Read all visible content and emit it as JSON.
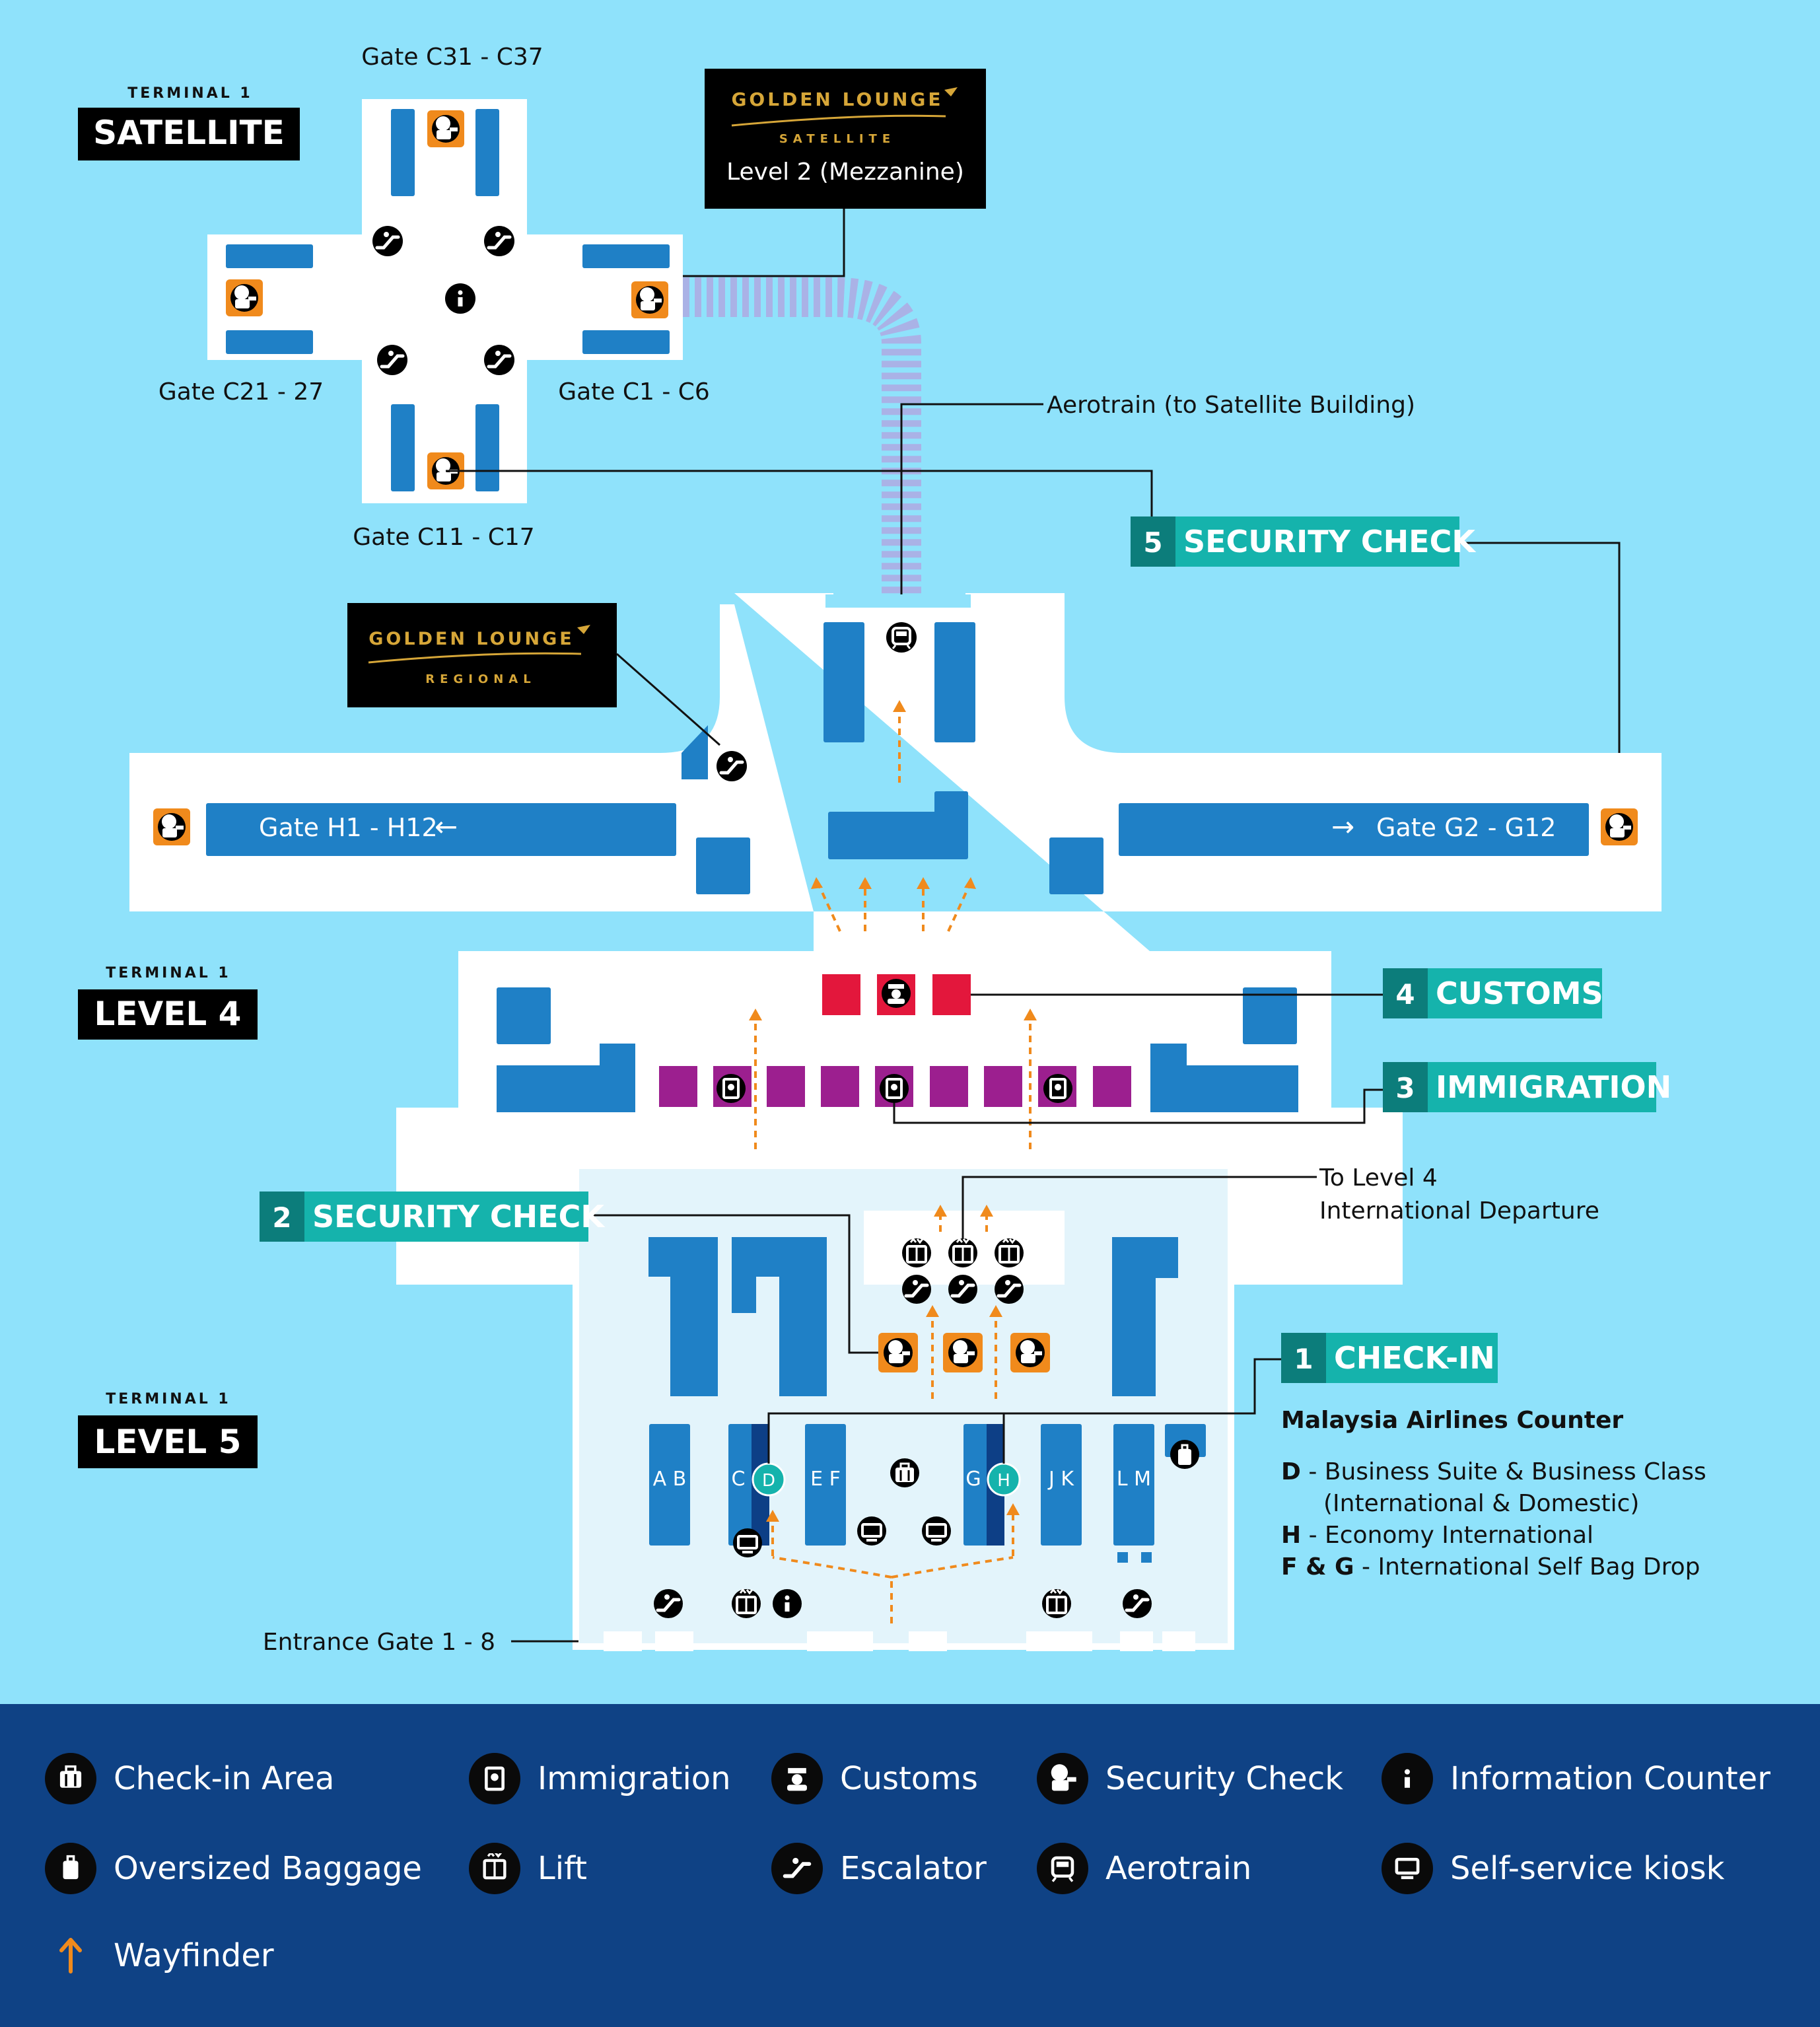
{
  "satellite": {
    "terminal_label": "TERMINAL 1",
    "title": "SATELLITE",
    "gates": {
      "north": "Gate C31 - C37",
      "west": "Gate C21 - 27",
      "east": "Gate C1 - C6",
      "south": "Gate C11 - C17"
    }
  },
  "lounge_satellite": {
    "name": "GOLDEN LOUNGE",
    "sub": "SATELLITE",
    "level": "Level 2 (Mezzanine)"
  },
  "lounge_regional": {
    "name": "GOLDEN LOUNGE",
    "sub": "REGIONAL"
  },
  "aerotrain_label": "Aerotrain (to Satellite Building)",
  "steps": [
    {
      "num": "5",
      "label": "SECURITY CHECK"
    },
    {
      "num": "4",
      "label": "CUSTOMS"
    },
    {
      "num": "3",
      "label": "IMMIGRATION"
    },
    {
      "num": "2",
      "label": "SECURITY CHECK"
    },
    {
      "num": "1",
      "label": "CHECK-IN"
    }
  ],
  "level4": {
    "terminal_label": "TERMINAL 1",
    "title": "LEVEL 4",
    "gate_left": "Gate H1 - H12",
    "gate_right": "Gate G2 - G12",
    "arrow_left": "←",
    "arrow_right": "→"
  },
  "level5": {
    "terminal_label": "TERMINAL 1",
    "title": "LEVEL 5",
    "to_level4": [
      "To Level 4",
      "International Departure"
    ],
    "entrance": "Entrance Gate 1 - 8"
  },
  "counters": {
    "ab": "A B",
    "c": "C",
    "d": "D",
    "ef": "E F",
    "g": "G",
    "h": "H",
    "jk": "J K",
    "lm": "L M"
  },
  "checkin_info": {
    "title": "Malaysia Airlines Counter",
    "lines": [
      {
        "key": "D",
        "text": " - Business Suite & Business Class"
      },
      {
        "key": "",
        "text": "(International & Domestic)"
      },
      {
        "key": "H",
        "text": " - Economy International"
      },
      {
        "key": "F & G",
        "text": " - International Self Bag Drop"
      }
    ]
  },
  "legend": [
    {
      "icon": "checkin-area-icon",
      "label": "Check-in Area"
    },
    {
      "icon": "immigration-icon",
      "label": "Immigration"
    },
    {
      "icon": "customs-icon",
      "label": "Customs"
    },
    {
      "icon": "security-check-icon",
      "label": "Security Check"
    },
    {
      "icon": "information-counter-icon",
      "label": "Information Counter"
    },
    {
      "icon": "oversized-baggage-icon",
      "label": "Oversized Baggage"
    },
    {
      "icon": "lift-icon",
      "label": "Lift"
    },
    {
      "icon": "escalator-icon",
      "label": "Escalator"
    },
    {
      "icon": "aerotrain-icon",
      "label": "Aerotrain"
    },
    {
      "icon": "self-service-kiosk-icon",
      "label": "Self-service kiosk"
    },
    {
      "icon": "wayfinder-icon",
      "label": "Wayfinder"
    }
  ],
  "colors": {
    "sky": "#8fe2fb",
    "floor": "#ffffff",
    "zone": "#e3f4fb",
    "block": "#1f80c6",
    "block_dark": "#0d3f86",
    "orange": "#f08a1c",
    "teal": "#15b3ac",
    "teal_dark": "#0c7d7b",
    "purple": "#9c1f8f",
    "red": "#e3173c",
    "legend_bg": "#0f4285",
    "gold": "#d6a638",
    "track": "#aab2e6"
  }
}
